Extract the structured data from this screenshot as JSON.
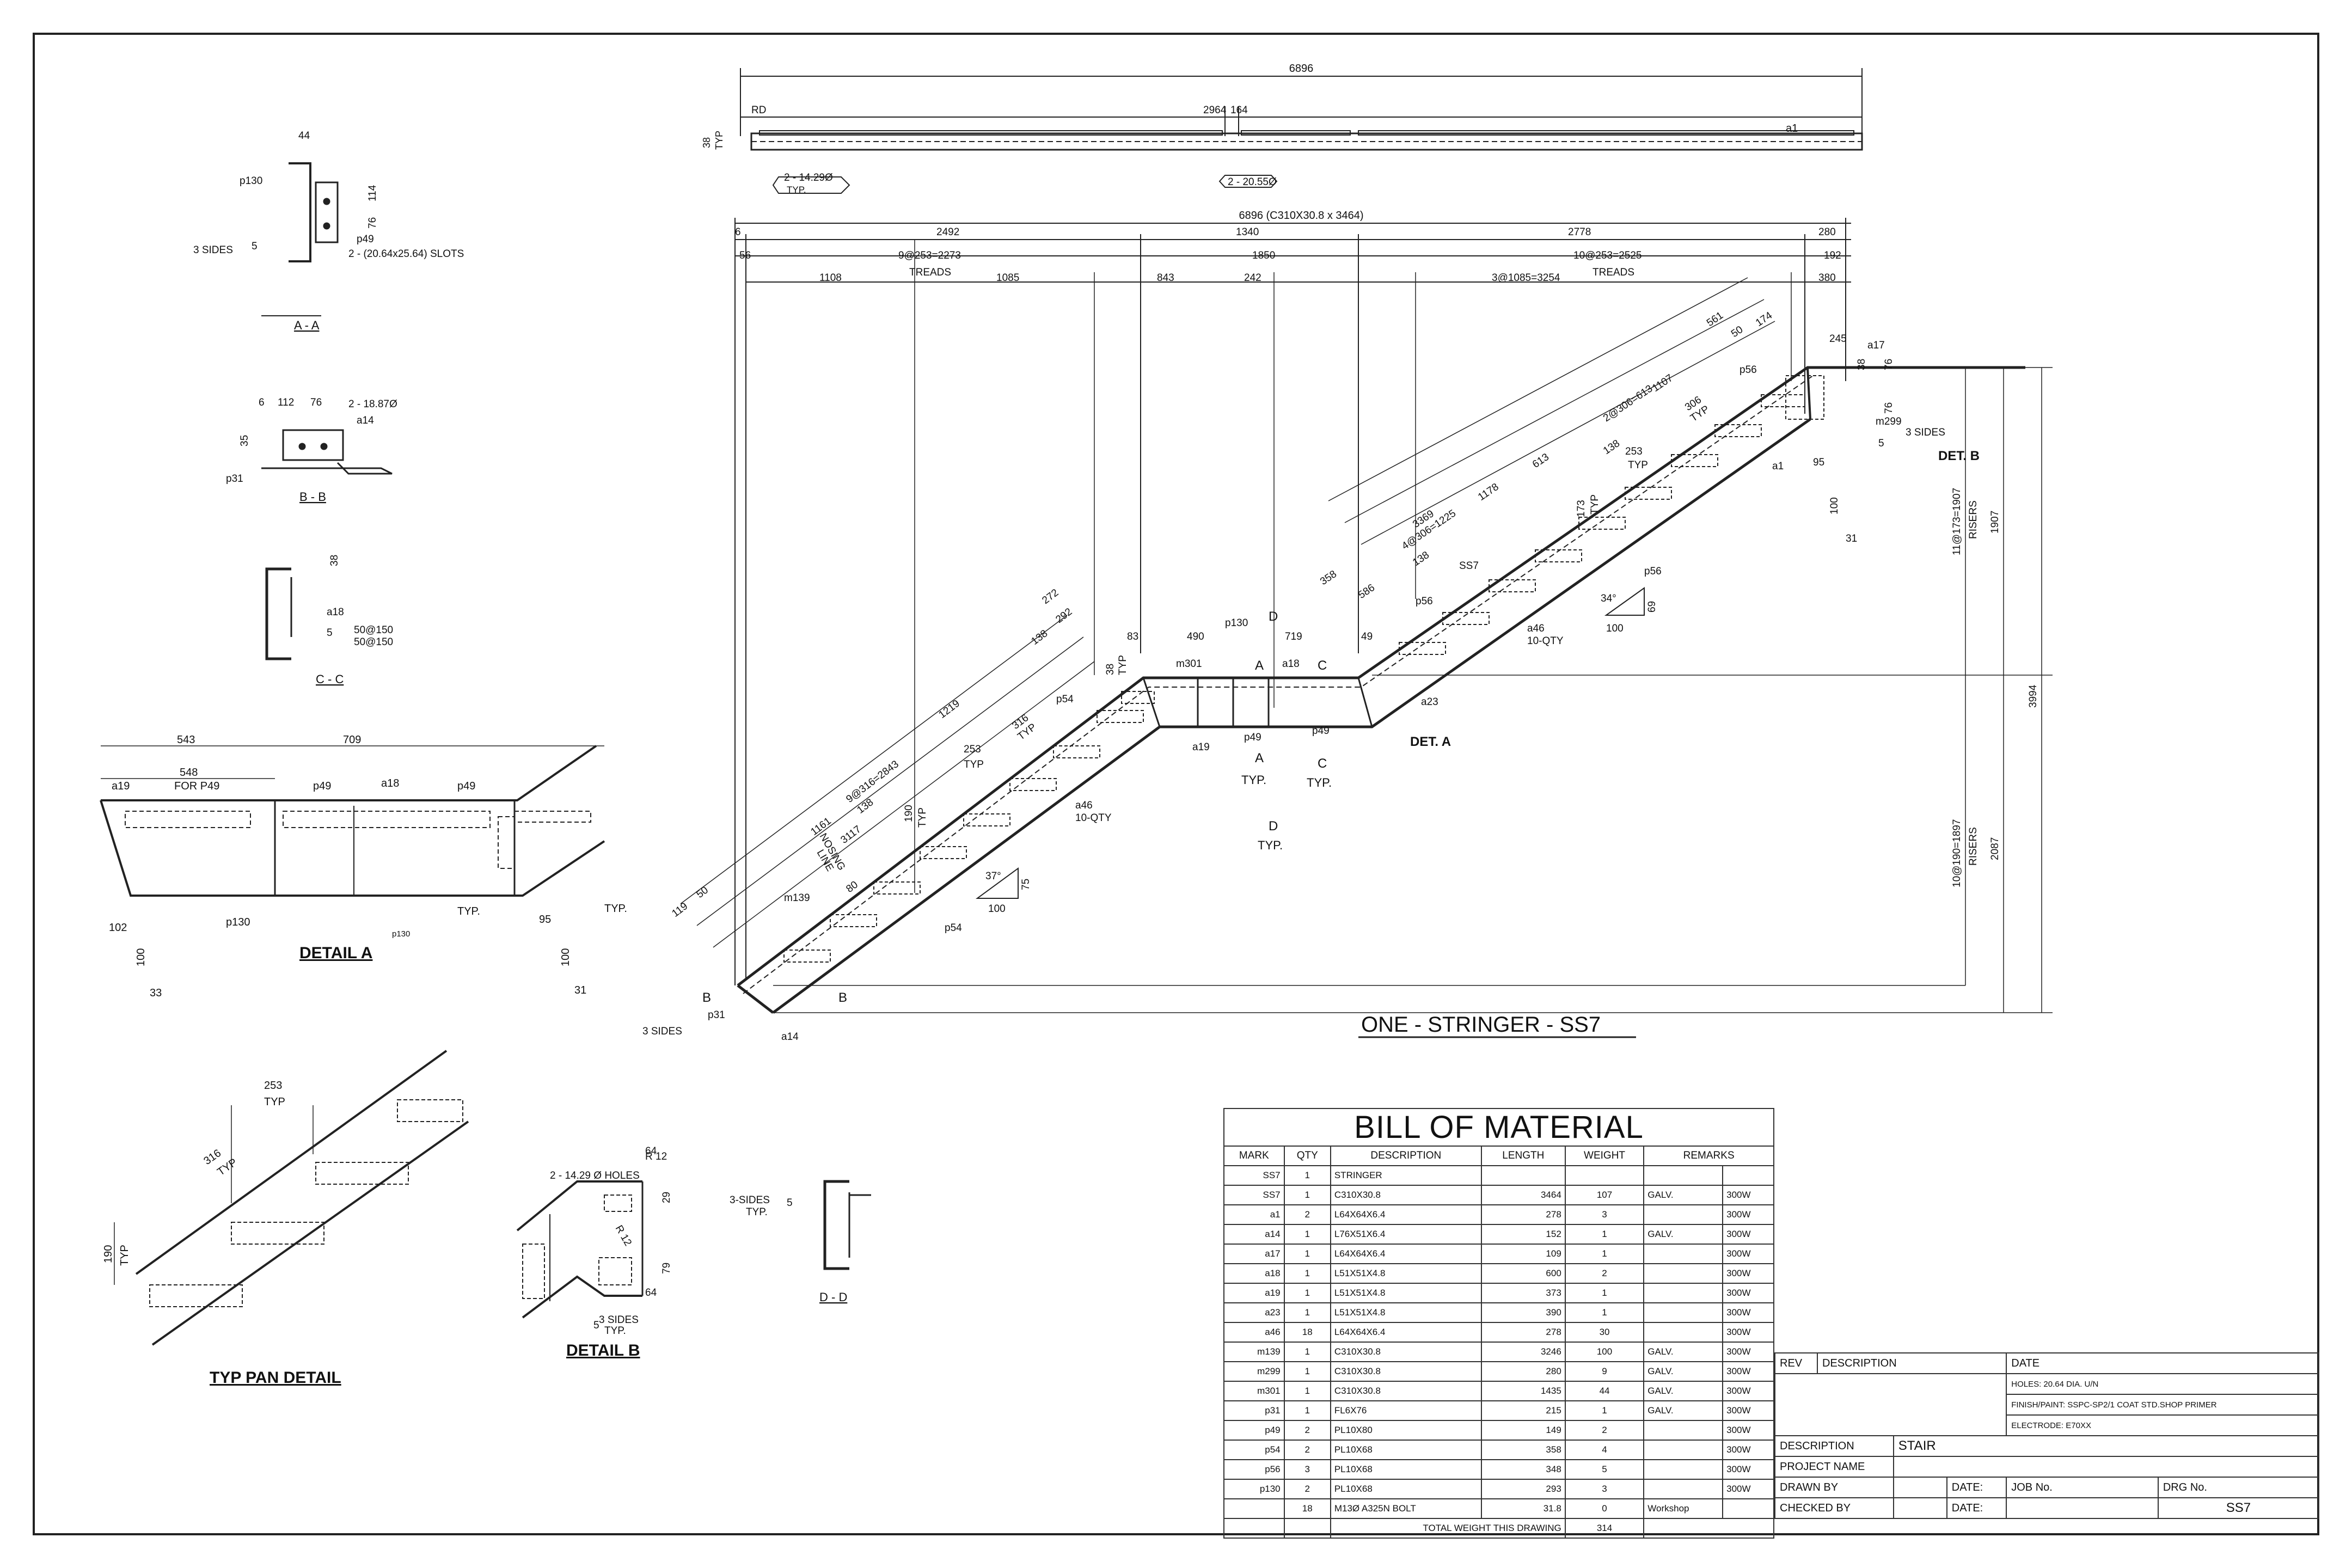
{
  "views": {
    "elevation_title": "ONE - STRINGER - SS7",
    "detail_a_title": "DETAIL A",
    "detail_b_title": "DETAIL B",
    "pan_detail_title": "TYP PAN DETAIL",
    "section_aa": "A - A",
    "section_bb": "B - B",
    "section_cc": "C - C",
    "section_dd": "D - D"
  },
  "top_view": {
    "overall": "6896",
    "d1": "2964",
    "d2": "164",
    "rd": "RD",
    "holes1": "2 - 14.29Ø",
    "typ": "TYP.",
    "holes2": "2 - 20.55Ø",
    "h": "38",
    "typ_v": "TYP",
    "mark": "a1"
  },
  "elevation": {
    "overall": "6896 (C310X30.8 x 3464)",
    "row1": [
      "6",
      "2492",
      "1340",
      "2778",
      "280"
    ],
    "row2": [
      "56",
      "9@253=2273",
      "1850",
      "10@253=2525",
      "192"
    ],
    "treads": "TREADS",
    "row3": [
      "1108",
      "1085",
      "843",
      "242",
      "3@1085=3254",
      "380"
    ],
    "lower_dims": [
      "3117",
      "9@316=2843",
      "1219",
      "272",
      "292",
      "138",
      "316",
      "TYP",
      "253",
      "TYP",
      "1161",
      "190",
      "TYP",
      "138",
      "119",
      "50",
      "80",
      "NOSING",
      "LINE"
    ],
    "upper_dims": [
      "3369",
      "4@306=1225",
      "613",
      "2@306=613",
      "561",
      "50",
      "174",
      "1178",
      "1107",
      "306",
      "TYP",
      "253",
      "TYP",
      "138",
      "586",
      "358",
      "173",
      "TYP",
      "138"
    ],
    "landing_dims": [
      "83",
      "490",
      "719",
      "49",
      "38",
      "TYP"
    ],
    "marks": [
      "m301",
      "p130",
      "a18",
      "a19",
      "p49",
      "p49",
      "a46",
      "10-QTY",
      "a46",
      "10-QTY",
      "a23",
      "m139",
      "p54",
      "p54",
      "p56",
      "p56",
      "SS7",
      "a1",
      "p56",
      "a17",
      "m299",
      "a14",
      "p31",
      "3 SIDES",
      "3 SIDES",
      "5",
      "DET. A",
      "DET. B",
      "TYP.",
      "TYP.",
      "TYP."
    ],
    "sec_letters": [
      "A",
      "A",
      "B",
      "B",
      "C",
      "C",
      "D",
      "D"
    ],
    "slope_lower": {
      "angle": "37°",
      "run": "100",
      "rise": "75"
    },
    "slope_upper": {
      "angle": "34°",
      "run": "100",
      "rise": "69"
    },
    "vert_dims": [
      "11@173=1907",
      "RISERS",
      "1907",
      "10@190=1897",
      "RISERS",
      "2087",
      "3994"
    ],
    "detb_dims": [
      "245",
      "38",
      "76",
      "76",
      "95",
      "100",
      "31"
    ]
  },
  "section_aa": {
    "dims": [
      "44",
      "114",
      "76"
    ],
    "labels": [
      "p130",
      "p49",
      "3 SIDES",
      "5",
      "2 - (20.64x25.64) SLOTS"
    ]
  },
  "section_bb": {
    "dims": [
      "6",
      "112",
      "76",
      "35"
    ],
    "labels": [
      "2 - 18.87Ø",
      "a14",
      "p31"
    ]
  },
  "section_cc": {
    "dims": [
      "38"
    ],
    "labels": [
      "a18",
      "50@150",
      "50@150",
      "5"
    ]
  },
  "detail_a": {
    "dims": [
      "543",
      "709",
      "548",
      "102",
      "95",
      "100",
      "33",
      "100",
      "31"
    ],
    "labels": [
      "a19",
      "FOR P49",
      "p49",
      "a18",
      "p49",
      "p130",
      "p130",
      "TYP.",
      "TYP."
    ]
  },
  "pan_detail": {
    "dims": [
      "253",
      "TYP",
      "316",
      "TYP",
      "190",
      "TYP"
    ]
  },
  "detail_b": {
    "dims": [
      "64",
      "29",
      "79",
      "64",
      "R 12",
      "R 12"
    ],
    "labels": [
      "2 - 14.29 Ø HOLES",
      "3 SIDES",
      "TYP.",
      "5"
    ]
  },
  "section_dd": {
    "labels": [
      "3-SIDES",
      "TYP.",
      "5"
    ]
  },
  "bom": {
    "title": "BILL OF MATERIAL",
    "headers": [
      "MARK",
      "QTY",
      "DESCRIPTION",
      "LENGTH",
      "WEIGHT",
      "REMARKS"
    ],
    "rows": [
      [
        "SS7",
        "1",
        "STRINGER",
        "",
        "",
        "",
        ""
      ],
      [
        "SS7",
        "1",
        "C310X30.8",
        "3464",
        "107",
        "GALV.",
        "300W"
      ],
      [
        "a1",
        "2",
        "L64X64X6.4",
        "278",
        "3",
        "",
        "300W"
      ],
      [
        "a14",
        "1",
        "L76X51X6.4",
        "152",
        "1",
        "GALV.",
        "300W"
      ],
      [
        "a17",
        "1",
        "L64X64X6.4",
        "109",
        "1",
        "",
        "300W"
      ],
      [
        "a18",
        "1",
        "L51X51X4.8",
        "600",
        "2",
        "",
        "300W"
      ],
      [
        "a19",
        "1",
        "L51X51X4.8",
        "373",
        "1",
        "",
        "300W"
      ],
      [
        "a23",
        "1",
        "L51X51X4.8",
        "390",
        "1",
        "",
        "300W"
      ],
      [
        "a46",
        "18",
        "L64X64X6.4",
        "278",
        "30",
        "",
        "300W"
      ],
      [
        "m139",
        "1",
        "C310X30.8",
        "3246",
        "100",
        "GALV.",
        "300W"
      ],
      [
        "m299",
        "1",
        "C310X30.8",
        "280",
        "9",
        "GALV.",
        "300W"
      ],
      [
        "m301",
        "1",
        "C310X30.8",
        "1435",
        "44",
        "GALV.",
        "300W"
      ],
      [
        "p31",
        "1",
        "FL6X76",
        "215",
        "1",
        "GALV.",
        "300W"
      ],
      [
        "p49",
        "2",
        "PL10X80",
        "149",
        "2",
        "",
        "300W"
      ],
      [
        "p54",
        "2",
        "PL10X68",
        "358",
        "4",
        "",
        "300W"
      ],
      [
        "p56",
        "3",
        "PL10X68",
        "348",
        "5",
        "",
        "300W"
      ],
      [
        "p130",
        "2",
        "PL10X68",
        "293",
        "3",
        "",
        "300W"
      ],
      [
        "",
        "18",
        "M13Ø A325N BOLT",
        "31.8",
        "0",
        "Workshop",
        ""
      ]
    ],
    "total_label": "TOTAL WEIGHT THIS DRAWING",
    "total_value": "314"
  },
  "title_block": {
    "rev": "REV",
    "description": "DESCRIPTION",
    "date": "DATE",
    "holes": "HOLES:  20.64  DIA. U/N",
    "finish": "FINISH/PAINT: SSPC-SP2/1 COAT STD.SHOP PRIMER",
    "electrode": "ELECTRODE:  E70XX",
    "desc_label": "DESCRIPTION",
    "desc_value": "STAIR",
    "project_label": "PROJECT NAME",
    "drawn_label": "DRAWN BY",
    "date1": "DATE:",
    "job_label": "JOB No.",
    "drg_label": "DRG No.",
    "checked_label": "CHECKED BY",
    "date2": "DATE:",
    "drg_value": "SS7"
  }
}
